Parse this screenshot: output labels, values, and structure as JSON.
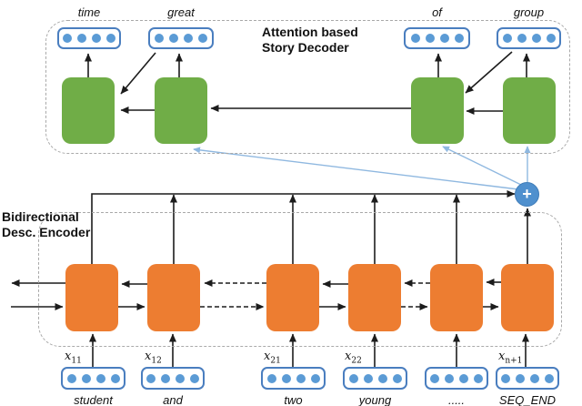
{
  "figure": {
    "plus_symbol": "+"
  },
  "colors": {
    "cell-green": "#70ad47",
    "cell-orange": "#ed7d31",
    "dot-blue": "#5b9bd5",
    "emb-border": "#4a7ebf",
    "node-blue": "#4f90ce",
    "arrow-black": "#1c1c1c",
    "arrow-blue": "#8fb8e0",
    "boundary-gray": "#a9a9a9",
    "text-black": "#111111"
  },
  "decoder": {
    "title_line1": "Attention based",
    "title_line2": "Story Decoder",
    "outputs": [
      {
        "word": "time"
      },
      {
        "word": "great"
      },
      {
        "word": "of"
      },
      {
        "word": "group"
      }
    ]
  },
  "encoder": {
    "title_line1": "Bidirectional",
    "title_line2": "Desc. Encoder",
    "inputs": [
      {
        "word": "student",
        "label_base": "x",
        "label_sub": "11"
      },
      {
        "word": "and",
        "label_base": "x",
        "label_sub": "12"
      },
      {
        "word": "two",
        "label_base": "x",
        "label_sub": "21"
      },
      {
        "word": "young",
        "label_base": "x",
        "label_sub": "22"
      },
      {
        "word": ".....",
        "label_base": "",
        "label_sub": ""
      },
      {
        "word": "SEQ_END",
        "label_base": "x",
        "label_sub": "n+1"
      }
    ]
  }
}
